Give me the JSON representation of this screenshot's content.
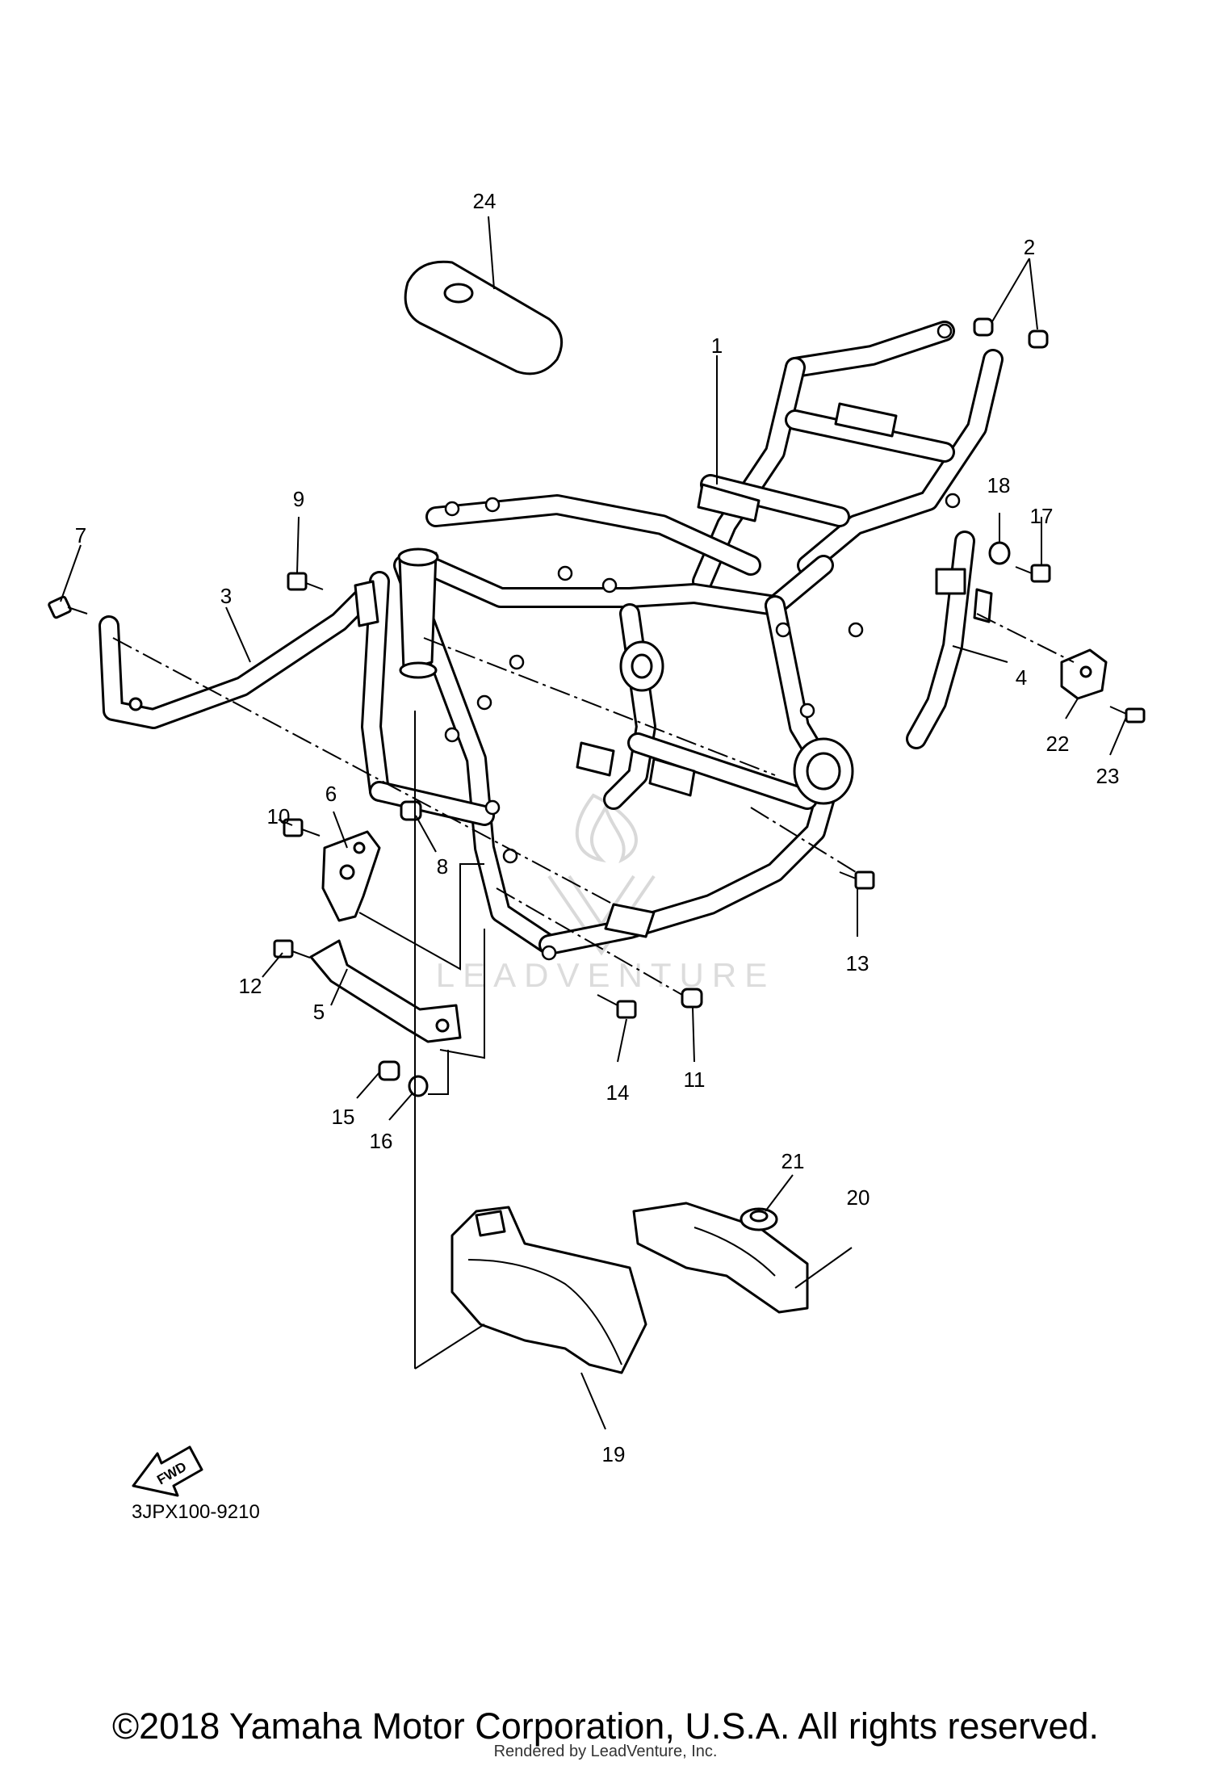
{
  "diagram_code": "3JPX100-9210",
  "fwd_label": "FWD",
  "watermark": "LEADVENTURE",
  "copyright": "©2018 Yamaha Motor Corporation, U.S.A. All rights reserved.",
  "rendered_by": "Rendered by LeadVenture, Inc.",
  "callouts": [
    "1",
    "2",
    "3",
    "4",
    "5",
    "6",
    "7",
    "8",
    "9",
    "10",
    "11",
    "12",
    "13",
    "14",
    "15",
    "16",
    "17",
    "18",
    "19",
    "20",
    "21",
    "22",
    "23",
    "24"
  ]
}
